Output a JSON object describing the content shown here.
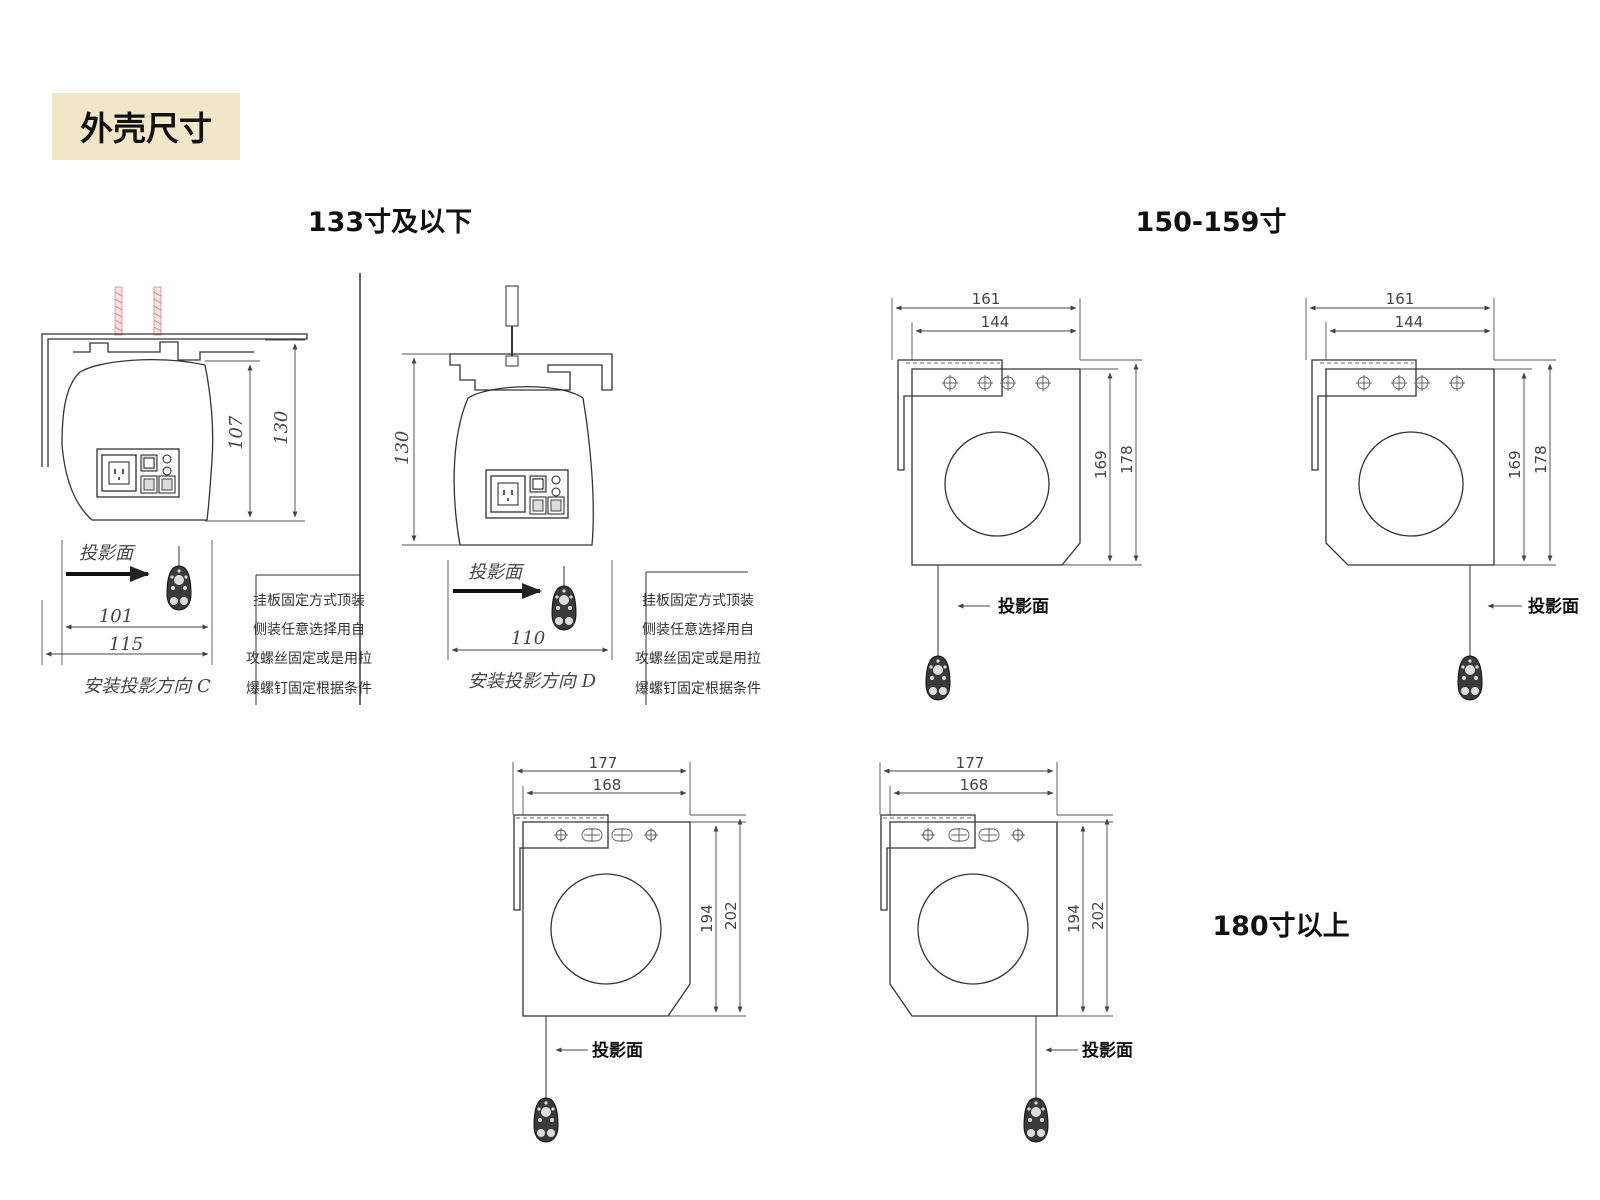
{
  "header": {
    "title": "外壳尺寸",
    "bg_color": "#f2e6c9"
  },
  "sections": {
    "s1": "133寸及以下",
    "s2": "150-159寸",
    "s3": "180寸以上"
  },
  "diagram_c": {
    "dims": {
      "h_outer": "130",
      "h_inner": "107",
      "w_inner": "101",
      "w_outer": "115"
    },
    "proj_label": "投影面",
    "caption": "安装投影方向 C"
  },
  "diagram_d": {
    "dims": {
      "h_outer": "130",
      "w": "110"
    },
    "proj_label": "投影面",
    "caption": "安装投影方向 D"
  },
  "note_lines": [
    "挂板固定方式顶装",
    "侧装任意选择用自",
    "攻螺丝固定或是用拉",
    "爆螺钉固定根据条件"
  ],
  "mid_dims": {
    "w_outer": "161",
    "w_inner": "144",
    "h_inner": "169",
    "h_outer": "178"
  },
  "large_dims": {
    "w_outer": "177",
    "w_inner": "168",
    "h_inner": "194",
    "h_outer": "202"
  },
  "proj_label": "投影面",
  "icons": [
    "remote-control-icon",
    "power-socket-icon",
    "arrow-icon"
  ]
}
